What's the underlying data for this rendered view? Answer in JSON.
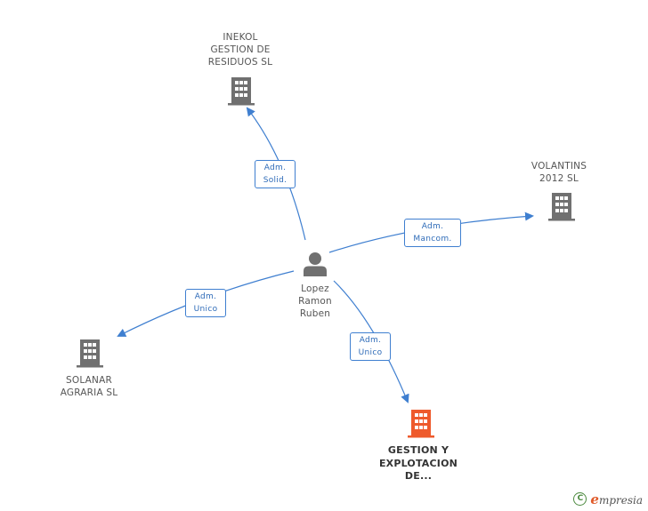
{
  "colors": {
    "edge": "#3f7fd0",
    "company": "#707070",
    "company_highlight": "#ee5a2c",
    "person": "#707070"
  },
  "person": {
    "icon": "person-icon",
    "name_lines": [
      "Lopez",
      "Ramon",
      "Ruben"
    ]
  },
  "companies": [
    {
      "id": "inekol",
      "icon": "building-icon",
      "lines": [
        "INEKOL",
        "GESTION DE",
        "RESIDUOS SL"
      ],
      "highlight": false
    },
    {
      "id": "volantins",
      "icon": "building-icon",
      "lines": [
        "VOLANTINS",
        "2012 SL"
      ],
      "highlight": false
    },
    {
      "id": "solanar",
      "icon": "building-icon",
      "lines": [
        "SOLANAR",
        "AGRARIA SL"
      ],
      "highlight": false
    },
    {
      "id": "gestion",
      "icon": "building-icon",
      "lines": [
        "GESTION Y",
        "EXPLOTACION",
        "DE..."
      ],
      "highlight": true
    }
  ],
  "edges": [
    {
      "target": "inekol",
      "lines": [
        "Adm.",
        "Solid."
      ]
    },
    {
      "target": "volantins",
      "lines": [
        "Adm.",
        "Mancom."
      ]
    },
    {
      "target": "solanar",
      "lines": [
        "Adm.",
        "Unico"
      ]
    },
    {
      "target": "gestion",
      "lines": [
        "Adm.",
        "Unico"
      ]
    }
  ],
  "footer": {
    "copyright_symbol": "C",
    "brand_initial": "e",
    "brand_rest": "mpresia"
  }
}
